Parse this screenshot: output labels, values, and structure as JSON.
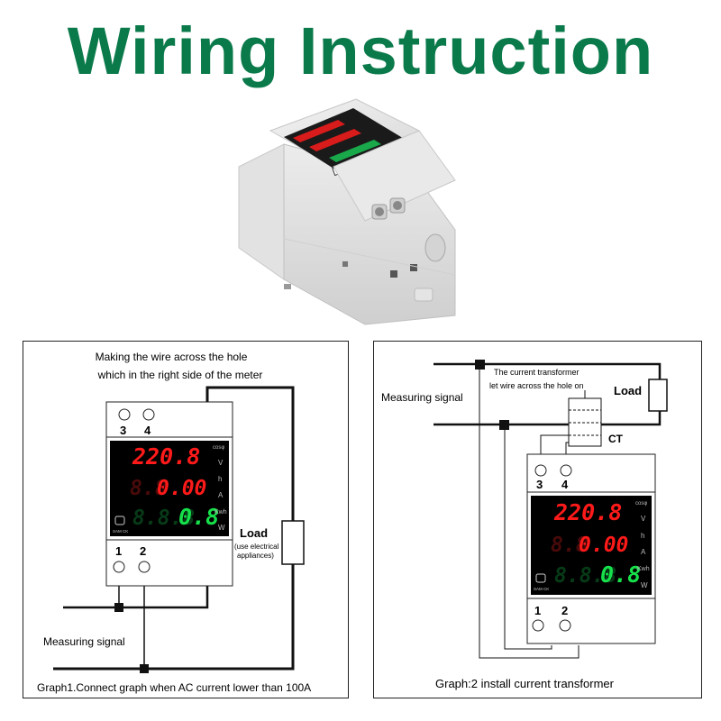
{
  "title": "Wiring Instruction",
  "colors": {
    "title": "#0b7a4b",
    "red_digits": "#ff1a1a",
    "green_digits": "#16e04a"
  },
  "meter": {
    "top_terminals": [
      "3",
      "4"
    ],
    "bottom_terminals": [
      "1",
      "2"
    ],
    "readings": {
      "voltage": "220.8",
      "current": "0.00",
      "current_ghost": "8.8",
      "energy": "0.8",
      "energy_ghost": "8.8.8"
    },
    "units": {
      "top_right": "cosφ",
      "v": "V",
      "h": "h",
      "a": "A",
      "kwh": "Kwh",
      "w": "W"
    },
    "button_label": "SAM CK"
  },
  "graph1": {
    "note_line1": "Making the wire across the hole",
    "note_line2": "which in the right side of the meter",
    "load_label": "Load",
    "load_sub1": "(use electrical",
    "load_sub2": "appliances)",
    "measuring_signal": "Measuring  signal",
    "caption": "Graph1.Connect graph when AC current lower than 100A"
  },
  "graph2": {
    "ct_note_line1": "The current transformer",
    "ct_note_line2": "let wire across the hole on",
    "load_label": "Load",
    "ct_label": "CT",
    "measuring_signal": "Measuring  signal",
    "caption": "Graph:2 install current transformer"
  }
}
